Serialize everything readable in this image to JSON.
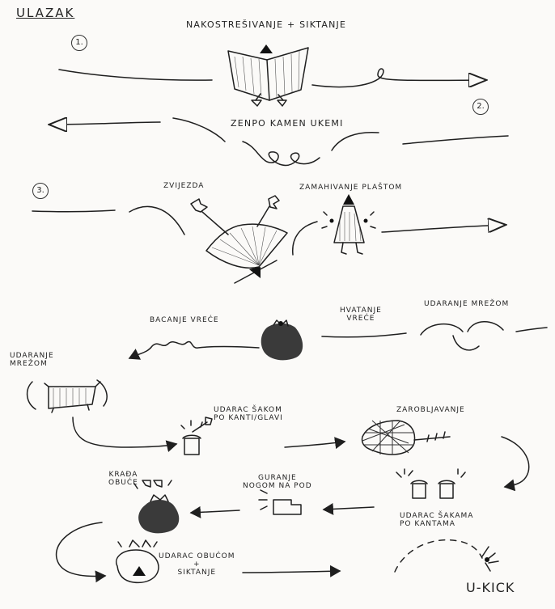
{
  "title": "ULAZAK",
  "steps": [
    "1.",
    "2.",
    "3."
  ],
  "labels": {
    "nakostresivanje": "NAKOSTREŠIVANJE + SIKTANJE",
    "zenpo": "ZENPO KAMEN UKEMI",
    "zvijezda": "ZVIJEZDA",
    "zamahivanje": "ZAMAHIVANJE PLAŠTOM",
    "bacanje": "BACANJE VREĆE",
    "hvatanje": "HVATANJE\nVREĆE",
    "udaranje_top": "UDARANJE MREŽOM",
    "udaranje_left": "UDARANJE\nMREŽOM",
    "udarac_sakom": "UDARAC ŠAKOM\nPO KANTI/GLAVI",
    "zarobljavanje": "ZAROBLJAVANJE",
    "udarac_sakama": "UDARAC ŠAKAMA\nPO KANTAMA",
    "guranje": "GURANJE\nNOGOM NA POD",
    "krada": "KRAĐA\nOBUĆE",
    "udarac_obucom": "UDARAC OBUĆOM\n+\nSIKTANJE",
    "ukick": "U-KICK"
  }
}
